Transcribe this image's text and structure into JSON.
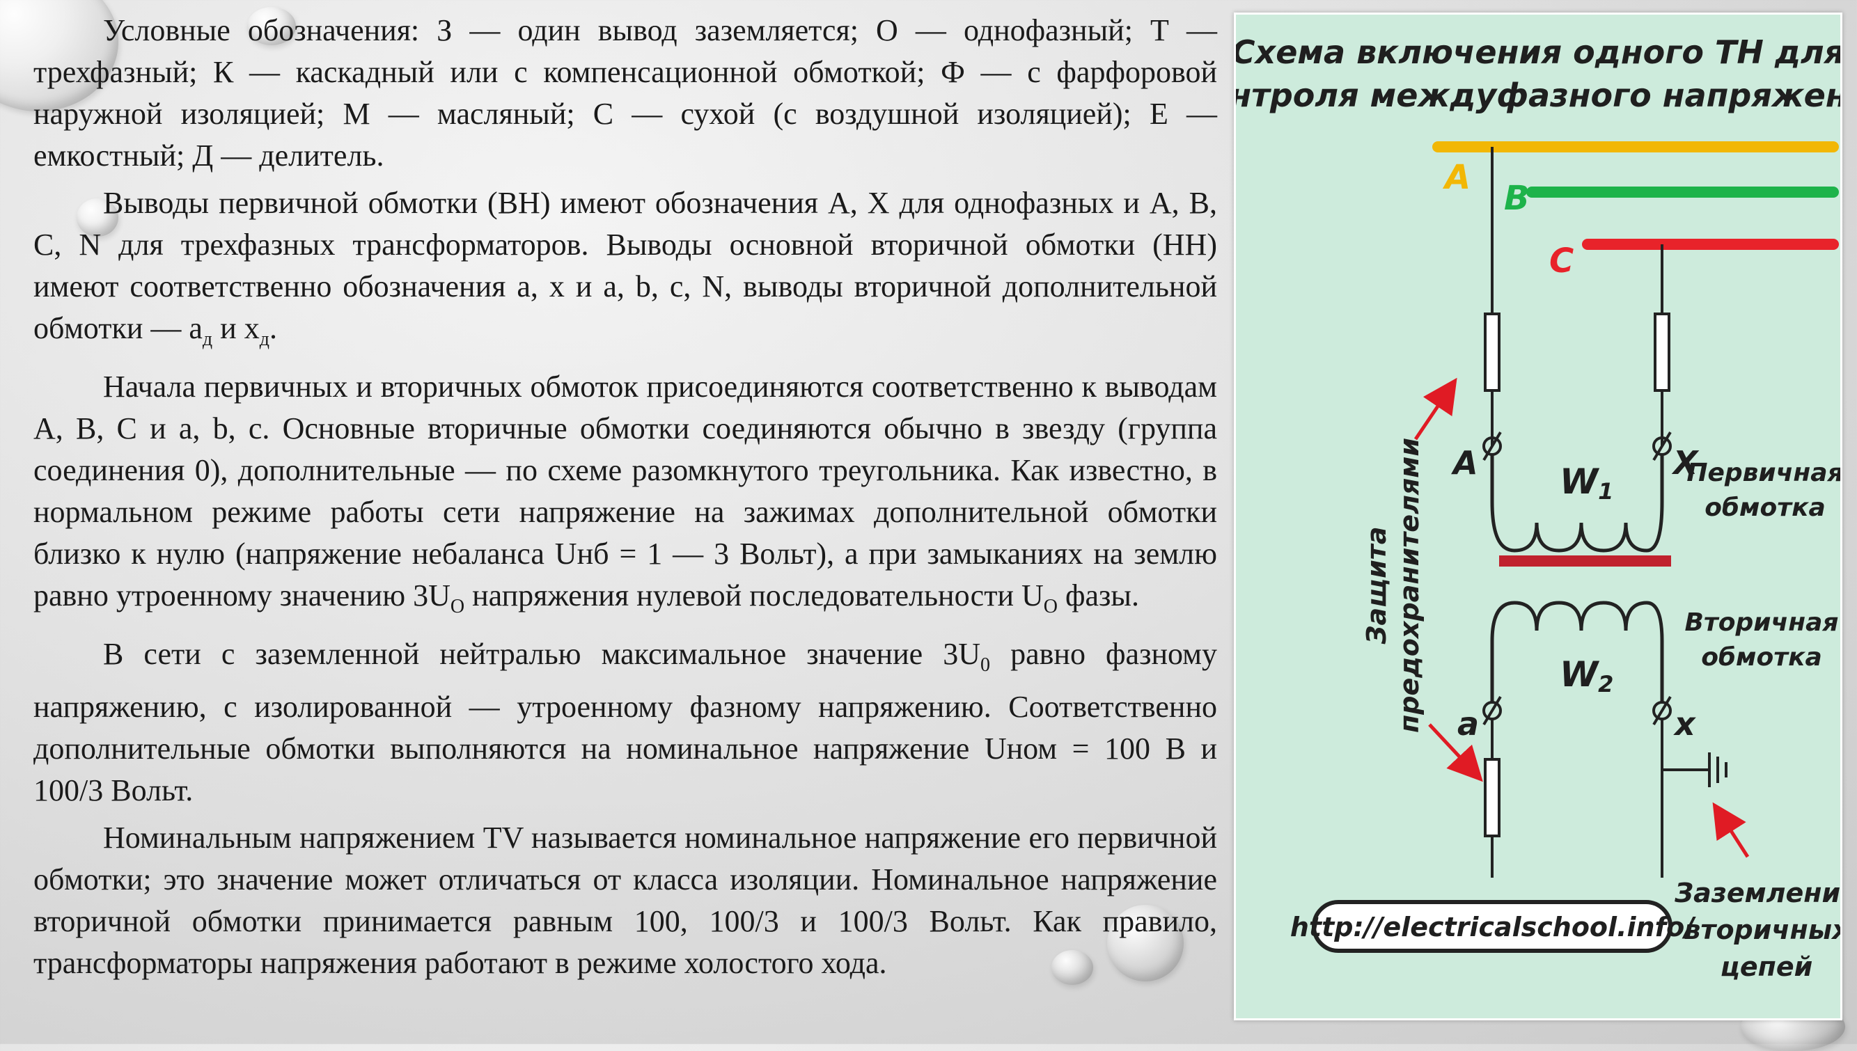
{
  "paragraphs": [
    {
      "id": "p1",
      "text": "Условные обозначения: З — один вывод заземляется; О — однофазный; Т — трехфазный; К — каскадный или с компенсационной обмоткой; Ф — с фарфоровой наружной изоляцией; М — масляный; С — сухой (с воздушной изоляцией); Е — емкостный; Д — делитель."
    },
    {
      "id": "p2_a",
      "text": "Выводы первичной обмотки (ВН) имеют обозначения А, Х для однофазных и А, В, С, N для трехфазных трансформаторов. Выводы основной вторичной обмотки (НН) имеют соответственно обозначения а, х и а, b, с, N, выводы вторичной дополнительной обмотки — а"
    },
    {
      "id": "p2_sub1",
      "text": "д"
    },
    {
      "id": "p2_mid",
      "text": " и х"
    },
    {
      "id": "p2_sub2",
      "text": "д"
    },
    {
      "id": "p2_end",
      "text": "."
    },
    {
      "id": "p3_a",
      "text": "Начала первичных и вторичных обмоток присоединяются соответственно к выводам А, В, С и а, b, с. Основные вторичные обмотки соединяются обычно в звезду (группа соединения 0), дополнительные — по схеме разомкнутого треугольника. Как известно, в нормальном режиме работы сети напряжение на зажимах дополнительной обмотки близко к нулю (напряжение небаланса Uнб = 1 — 3 Вольт), а при замыканиях на землю равно утроенному значению 3U"
    },
    {
      "id": "p3_sub1",
      "text": "О"
    },
    {
      "id": "p3_mid",
      "text": " напряжения нулевой последовательности U"
    },
    {
      "id": "p3_sub2",
      "text": "О"
    },
    {
      "id": "p3_end",
      "text": " фазы."
    },
    {
      "id": "p4_a",
      "text": "В сети с заземленной нейтралью максимальное значение 3U"
    },
    {
      "id": "p4_sub",
      "text": "0"
    },
    {
      "id": "p4_end",
      "text": " равно фазному напряжению, с изолированной — утроенному фазному напряжению. Соответственно дополнительные обмотки выполняются на номинальное напряжение Uном = 100 В и 100/3 Вольт."
    },
    {
      "id": "p5",
      "text": "Номинальным напряжением TV называется номинальное напряжение его первичной обмотки; это значение может отличаться от класса изоляции. Номинальное напряжение вторичной обмотки принимается равным 100, 100/3 и 100/3 Вольт. Как правило, трансформаторы напряжения работают в режиме холостого хода."
    }
  ],
  "diagram": {
    "title_line1": "Схема включения одного ТН для",
    "title_line2": "контроля междуфазного напряжения",
    "phase_a": "A",
    "phase_b": "B",
    "phase_c": "C",
    "terminal_A": "A",
    "terminal_X": "X",
    "winding_1": "W",
    "winding_1_sub": "1",
    "winding_2": "W",
    "winding_2_sub": "2",
    "terminal_a": "a",
    "terminal_x": "x",
    "primary_line1": "Первичная",
    "primary_line2": "обмотка",
    "secondary_line1": "Вторичная",
    "secondary_line2": "обмотка",
    "fuse_line1": "Защита",
    "fuse_line2": "предохранителями",
    "ground_line1": "Заземление",
    "ground_line2": "вторичных",
    "ground_line3": "цепей",
    "url": "http://electricalschool.info/",
    "colors": {
      "phase_a": "#f2b705",
      "phase_b": "#1db34a",
      "phase_c": "#e8232a",
      "core": "#c0222e",
      "arrow": "#e01b24"
    }
  }
}
